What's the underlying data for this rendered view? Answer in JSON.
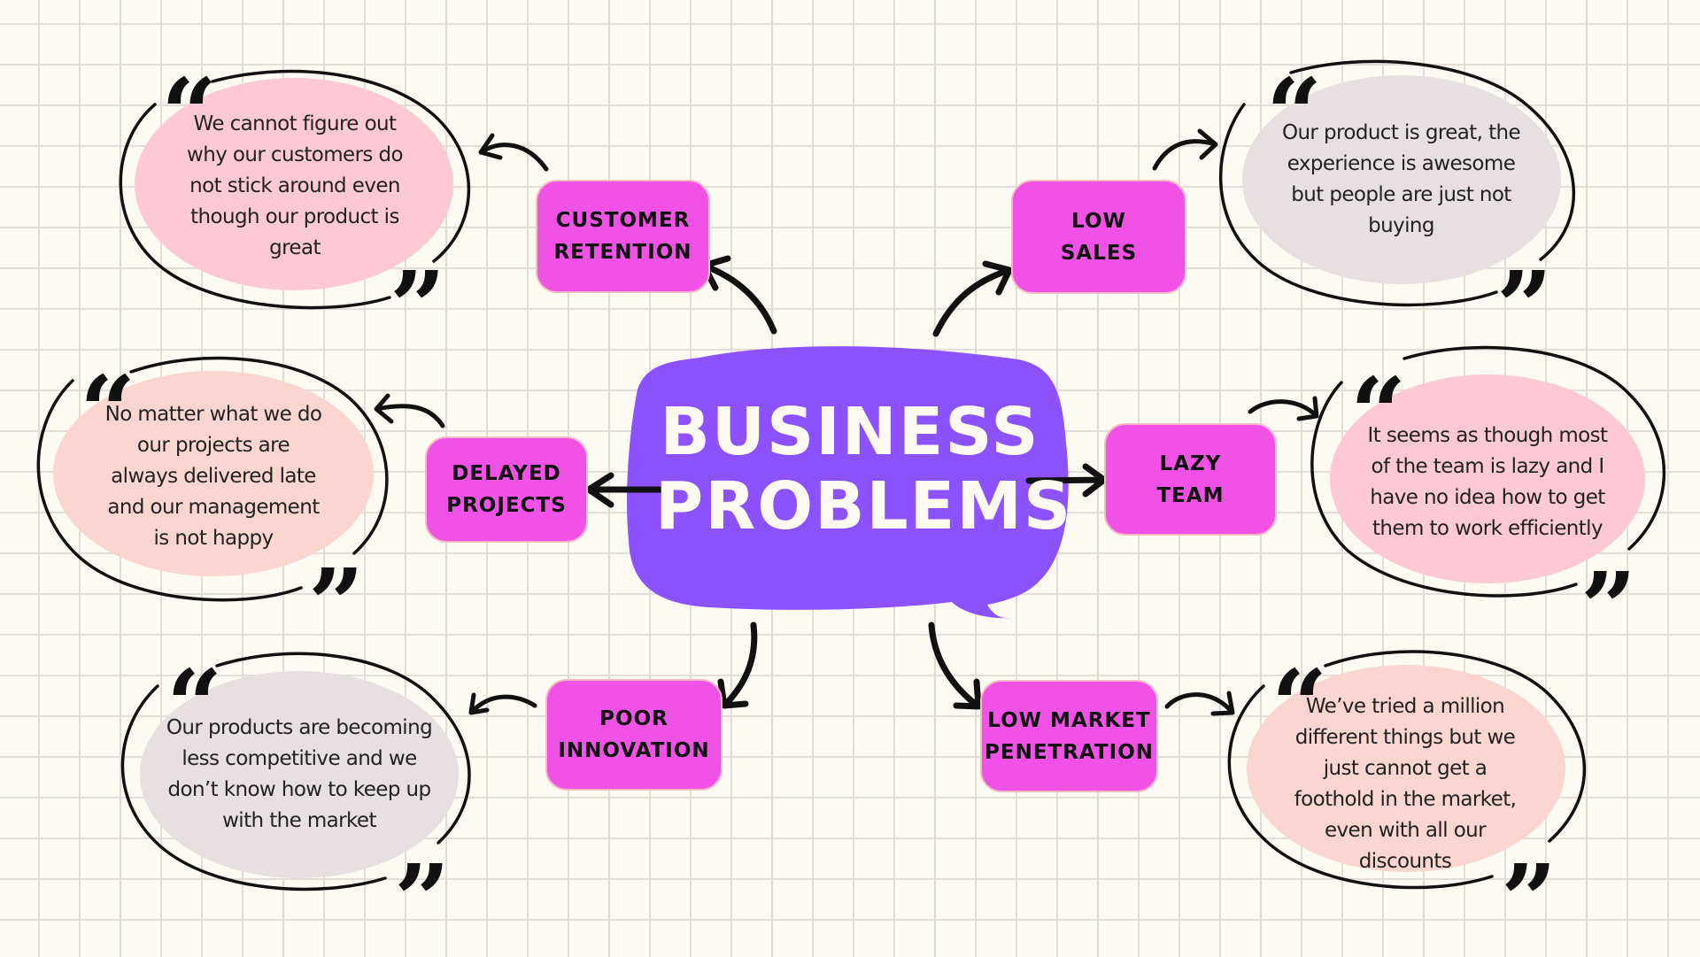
{
  "title": "BUSINESS\nPROBLEMS",
  "colors": {
    "background": "#fdf9f3",
    "grid": "#e2ddd8",
    "center_bubble": "#8c52ff",
    "box": "#f052e6",
    "box_border": "#f8b8c8",
    "fill_pink": "#fdc9d5",
    "fill_gray": "#e8dfe0",
    "fill_peach": "#fbd5d0"
  },
  "problems": [
    {
      "label": "CUSTOMER\nRETENTION",
      "quote": "We cannot figure out why our customers do not stick around even though our product is great"
    },
    {
      "label": "LOW\nSALES",
      "quote": "Our product is great, the experience is awesome but people are just not buying"
    },
    {
      "label": "DELAYED\nPROJECTS",
      "quote": "No matter what we do our projects are always delivered late and our management is not happy"
    },
    {
      "label": "LAZY\nTEAM",
      "quote": "It seems as though most of the team is lazy and I have no idea how to get them to work efficiently"
    },
    {
      "label": "POOR\nINNOVATION",
      "quote": "Our products are becoming less competitive and we don’t know how to keep up with the market"
    },
    {
      "label": "LOW MARKET\nPENETRATION",
      "quote": "We’ve tried a million different things but we just cannot get a foothold in the market, even with all our discounts"
    }
  ],
  "icons": {
    "open_quote": "“",
    "close_quote": "”"
  }
}
